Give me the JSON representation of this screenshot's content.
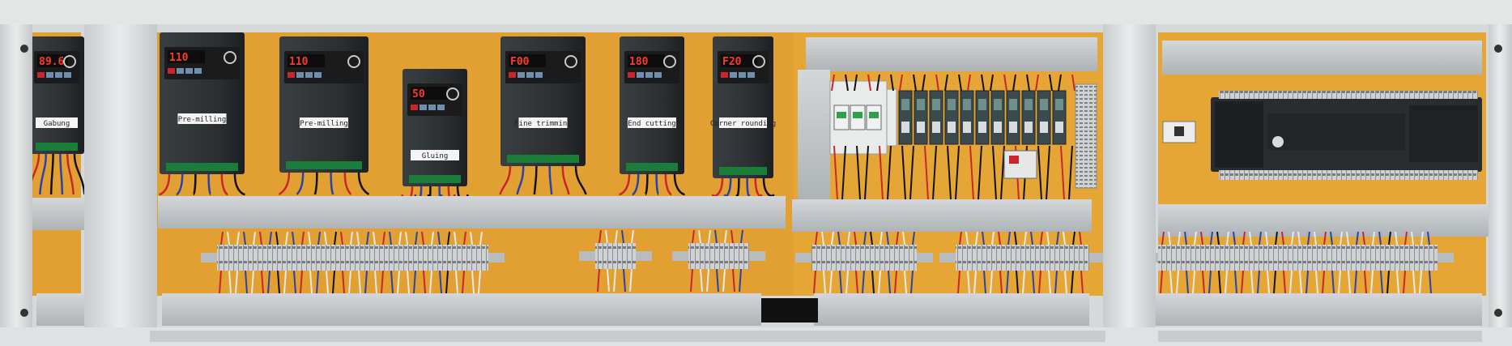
{
  "scene": {
    "subject": "electrical-control-cabinet",
    "colors": {
      "backplate": "#e2a032",
      "frame": "#dadede",
      "duct": "#bfc4c7",
      "drive": "#2a2e30",
      "display": "#1b1b1b",
      "digit": "#ff3a2a",
      "terminal": "#c9cbcc",
      "wire_red": "#c8262a",
      "wire_blue": "#2b43a8",
      "wire_black": "#111111"
    }
  },
  "drives": [
    {
      "display": "89.6",
      "label": "Gabung"
    },
    {
      "display": "110",
      "label": "Pre-milling"
    },
    {
      "display": "110",
      "label": "Pre-milling"
    },
    {
      "display": "50",
      "label": "Gluing"
    },
    {
      "display": "F00",
      "label": "Fine trimming"
    },
    {
      "display": "180",
      "label": "End cutting"
    },
    {
      "display": "F20",
      "label": "Corner rounding"
    }
  ]
}
